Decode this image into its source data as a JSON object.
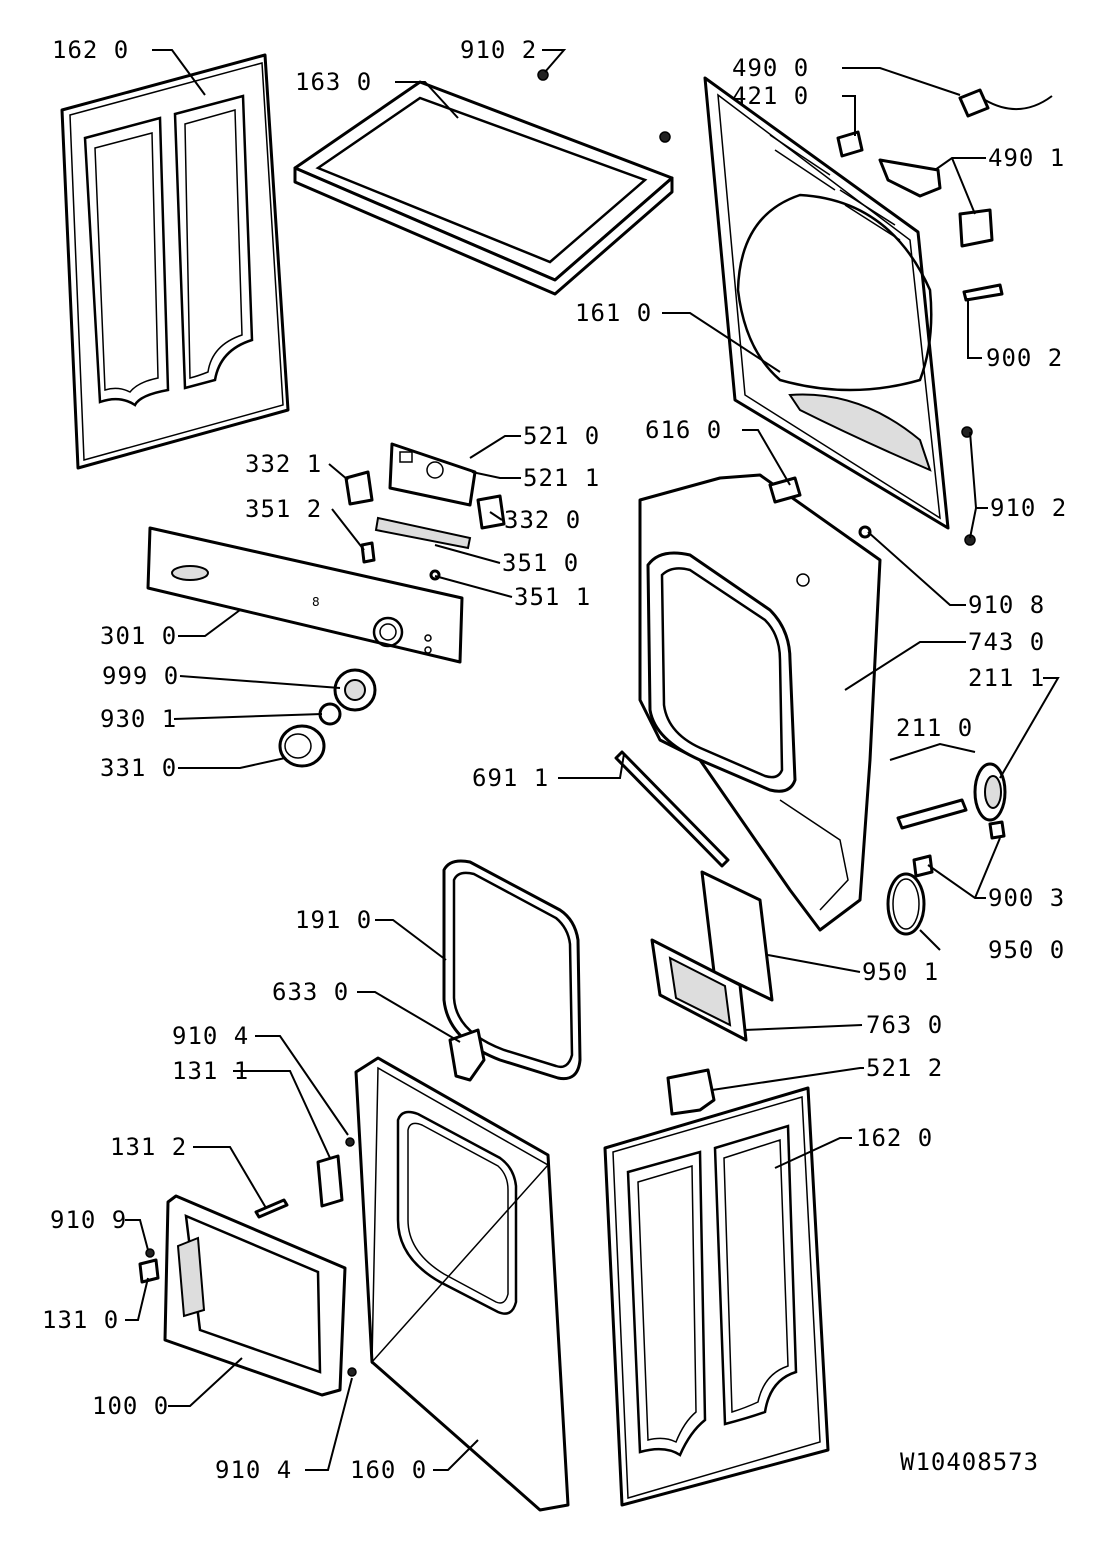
{
  "drawing_number": "W10408573",
  "callouts": {
    "c1620a": "162 0",
    "c1630": "163 0",
    "c9102a": "910 2",
    "c4900": "490 0",
    "c4210": "421 0",
    "c4901": "490 1",
    "c9002": "900 2",
    "c1610": "161 0",
    "c5210": "521 0",
    "c5211": "521 1",
    "c3321": "332 1",
    "c3320": "332 0",
    "c3512": "351 2",
    "c3510": "351 0",
    "c3511": "351 1",
    "c6160": "616 0",
    "c9102b": "910 2",
    "c9108": "910 8",
    "c7430": "743 0",
    "c3010": "301 0",
    "c9990": "999 0",
    "c9301": "930 1",
    "c3310": "331 0",
    "c2111": "211 1",
    "c2110": "211 0",
    "c6911": "691 1",
    "c9003": "900 3",
    "c9500": "950 0",
    "c1910": "191 0",
    "c9501": "950 1",
    "c6330": "633 0",
    "c7630": "763 0",
    "c9104a": "910 4",
    "c1311": "131 1",
    "c5212": "521 2",
    "c1620b": "162 0",
    "c1312": "131 2",
    "c9109": "910 9",
    "c1310": "131 0",
    "c1000": "100 0",
    "c9104b": "910 4",
    "c1600": "160 0"
  }
}
